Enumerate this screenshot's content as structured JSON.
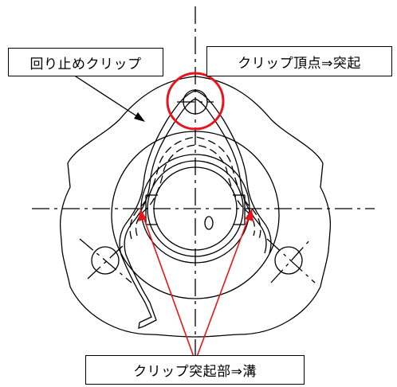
{
  "labels": {
    "rotation_stop_clip": "回り止めクリップ",
    "clip_apex_protrusion": "クリップ頂点⇒突起",
    "clip_protrusion_groove": "クリップ突起部⇒溝"
  },
  "colors": {
    "line": "#000000",
    "highlight": "#e8141b",
    "background": "#ffffff"
  }
}
